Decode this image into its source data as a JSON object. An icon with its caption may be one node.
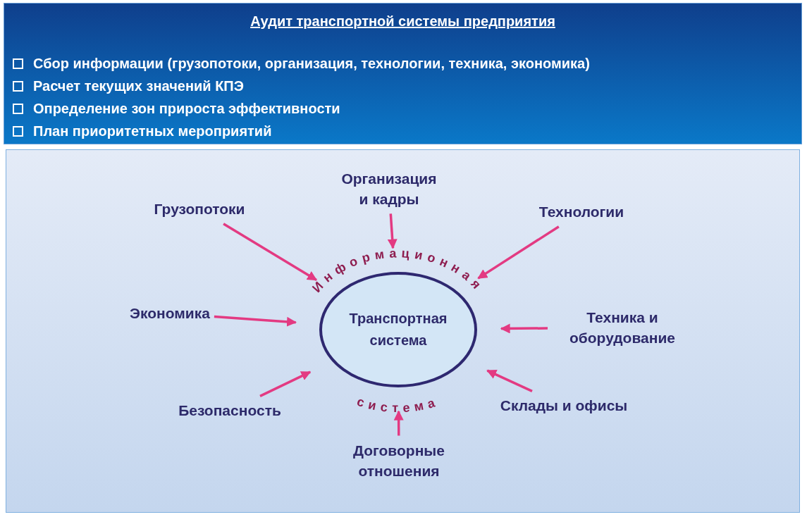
{
  "diagram": {
    "nodes": [
      {
        "text": [
          "Аудит транспортной системы предприятия",
          "Сбор информации (грузопотоки, организация, технологии, техника, экономика)",
          "Расчет текущих значений КПЭ",
          "Определение зон прироста эффективности",
          "План приоритетных мероприятий"
        ]
      },
      {
        "text": [
          "Организация и кадры"
        ]
      },
      {
        "text": [
          "Грузопотоки"
        ]
      },
      {
        "text": [
          "Технологии"
        ]
      },
      {
        "text": [
          "Экономика"
        ]
      },
      {
        "text": [
          "Транспортная система"
        ],
        "beside": [
          "Информационная",
          "система"
        ]
      },
      {
        "text": [
          "Техника и оборудование"
        ]
      },
      {
        "text": [
          "Безопасность"
        ]
      },
      {
        "text": [
          "Склады и офисы"
        ]
      },
      {
        "text": [
          "Договорные отношения"
        ]
      }
    ],
    "edges": [
      {
        "from": 1,
        "to": 5,
        "arrow": "to"
      },
      {
        "from": 2,
        "to": 5,
        "arrow": "to"
      },
      {
        "from": 3,
        "to": 5,
        "arrow": "to"
      },
      {
        "from": 4,
        "to": 5,
        "arrow": "to"
      },
      {
        "from": 6,
        "to": 5,
        "arrow": "to"
      },
      {
        "from": 7,
        "to": 5,
        "arrow": "to"
      },
      {
        "from": 8,
        "to": 5,
        "arrow": "to"
      },
      {
        "from": 9,
        "to": 5,
        "arrow": "to"
      }
    ]
  }
}
